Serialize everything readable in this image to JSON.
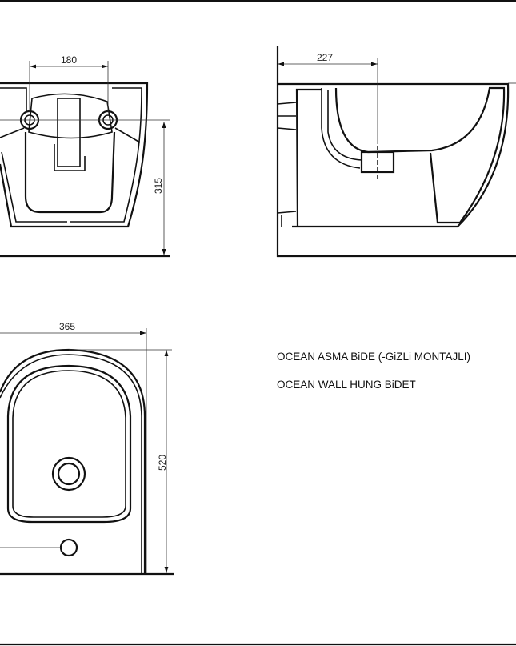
{
  "drawing": {
    "front_view": {
      "dimensions": {
        "hole_spacing": "180",
        "hole_height": "315"
      }
    },
    "side_view": {
      "dimensions": {
        "drain_distance": "227"
      }
    },
    "top_view": {
      "dimensions": {
        "width": "365",
        "length": "520"
      }
    },
    "titles": {
      "turkish": "OCEAN ASMA BiDE (-GiZLi MONTAJLI)",
      "english": "OCEAN WALL HUNG BiDET"
    }
  }
}
